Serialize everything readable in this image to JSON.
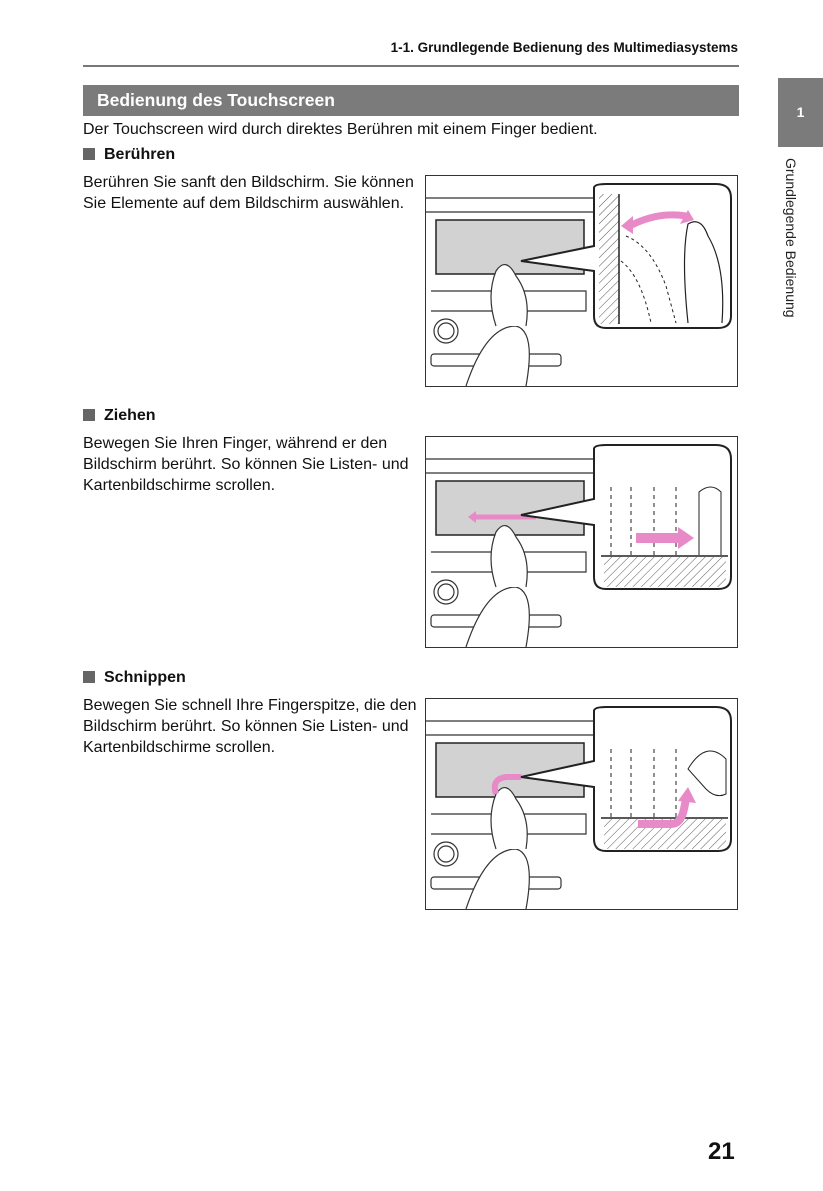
{
  "header": {
    "chapter_title": "1-1. Grundlegende Bedienung des Multimediasystems"
  },
  "side_tab": {
    "number": "1",
    "label": "Grundlegende Bedienung"
  },
  "section": {
    "title": "Bedienung des Touchscreen",
    "intro": "Der Touchscreen wird durch direktes Berühren mit einem Finger bedient."
  },
  "items": [
    {
      "heading": "Berühren",
      "text": "Berühren Sie sanft den Bildschirm. Sie können Sie Elemente auf dem Bildschirm auswählen.",
      "gesture": "touch"
    },
    {
      "heading": "Ziehen",
      "text": "Bewegen Sie Ihren Finger, während er den Bildschirm berührt. So können Sie Listen- und Kartenbildschirme scrollen.",
      "gesture": "drag"
    },
    {
      "heading": "Schnippen",
      "text": "Bewegen Sie schnell Ihre Fingerspitze, die den Bildschirm berührt. So können Sie Listen- und Kartenbildschirme scrollen.",
      "gesture": "flick"
    }
  ],
  "page_number": "21",
  "colors": {
    "accent_gray": "#7b7b7b",
    "arrow_pink": "#e98ac8"
  }
}
